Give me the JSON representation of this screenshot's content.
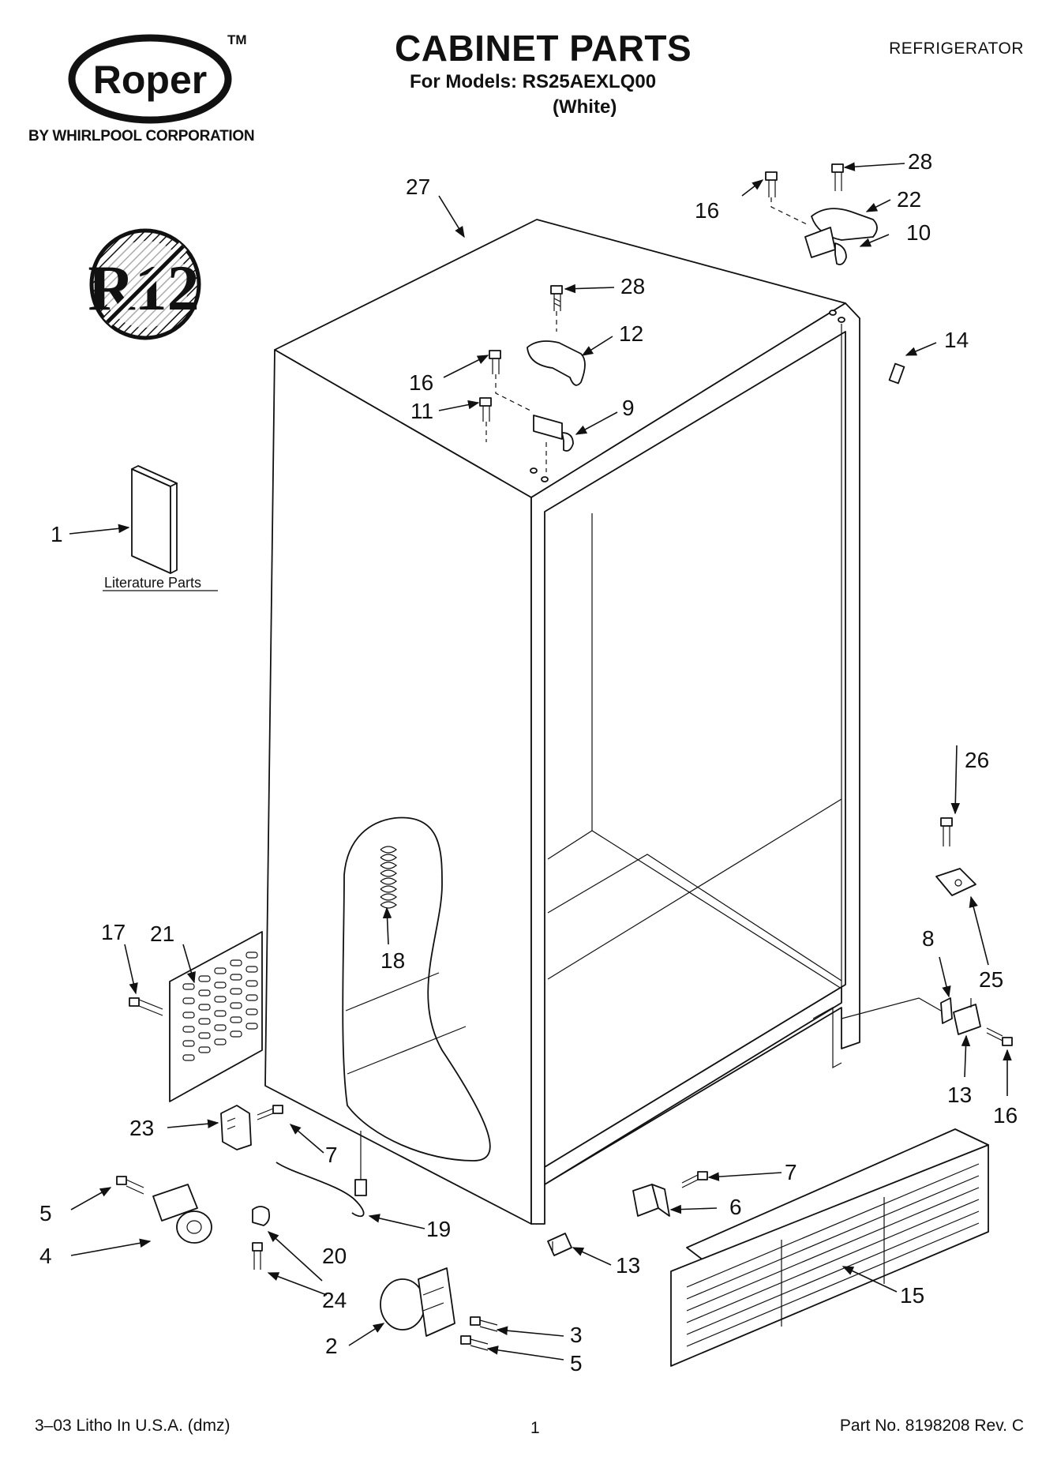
{
  "header": {
    "brand_logo_text": "Roper",
    "trademark": "TM",
    "byline": "BY WHIRLPOOL CORPORATION",
    "title": "CABINET PARTS",
    "models_line": "For Models: RS25AEXLQ00",
    "variant": "(White)",
    "doc_type": "REFRIGERATOR",
    "r12_badge_text": "R12"
  },
  "literature": {
    "label": "Literature Parts"
  },
  "callouts": [
    "1",
    "2",
    "3",
    "4",
    "5",
    "5",
    "6",
    "7",
    "7",
    "8",
    "9",
    "10",
    "11",
    "12",
    "13",
    "13",
    "14",
    "15",
    "16",
    "16",
    "16",
    "17",
    "18",
    "19",
    "20",
    "21",
    "22",
    "23",
    "24",
    "25",
    "26",
    "27",
    "28",
    "28"
  ],
  "footer": {
    "left": "3–03 Litho In U.S.A. (dmz)",
    "page": "1",
    "right": "Part No. 8198208 Rev. C"
  },
  "colors": {
    "ink": "#111111",
    "paper": "#ffffff"
  }
}
